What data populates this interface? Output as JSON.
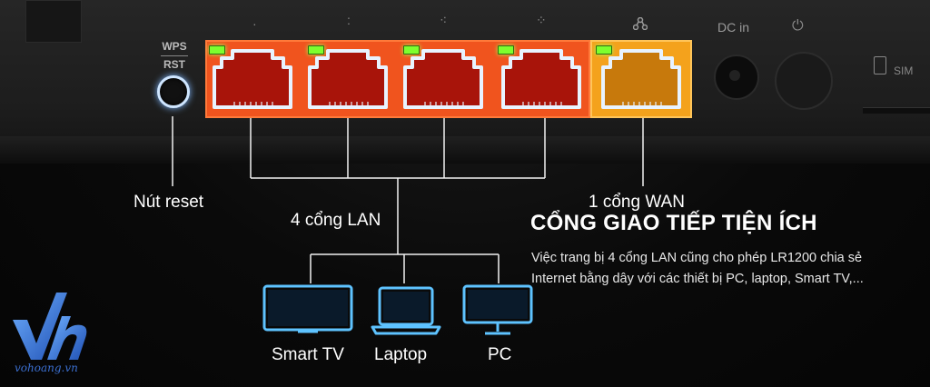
{
  "router_panel": {
    "wps_label": "WPS",
    "rst_label": "RST",
    "dc_label": "DC in",
    "power_icon": "power-icon",
    "sim_label": "SIM",
    "lan_port_count": 4,
    "wan_port_count": 1,
    "colors": {
      "lan_ports": "#f0541e",
      "wan_port": "#f4a21c",
      "led": "#7dff2e",
      "connector": "#e8f3ff"
    }
  },
  "callouts": {
    "reset": "Nút reset",
    "wan": "1 cổng WAN",
    "lan": "4 cổng LAN"
  },
  "devices": [
    {
      "label": "Smart TV",
      "icon": "smart-tv-icon"
    },
    {
      "label": "Laptop",
      "icon": "laptop-icon"
    },
    {
      "label": "PC",
      "icon": "pc-monitor-icon"
    }
  ],
  "feature": {
    "title": "CỔNG GIAO TIẾP TIỆN ÍCH",
    "description_line1": "Việc trang bị 4 cổng LAN cũng cho phép LR1200 chia sẻ",
    "description_line2": "Internet bằng dây với các thiết bị PC, laptop, Smart TV,..."
  },
  "watermark": {
    "text": "vohoang.vn",
    "icon": "vh-logo-icon",
    "color": "#3b6fd0"
  }
}
